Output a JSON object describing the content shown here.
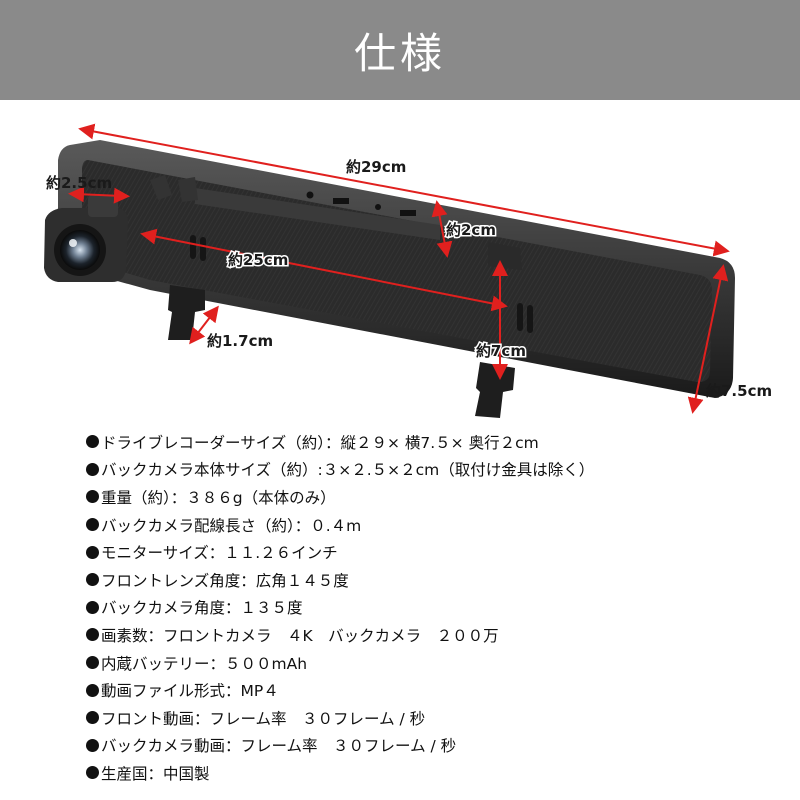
{
  "header": {
    "title": "仕様"
  },
  "product": {
    "dimensions": {
      "length_total": "約29cm",
      "camera_height": "約2.5cm",
      "width_recorder": "約25cm",
      "thickness": "約2cm",
      "bracket_depth": "約1.7cm",
      "mirror_height_inner": "約7cm",
      "mirror_height_outer": "約7.5cm"
    },
    "arrow_color": "#e0201e"
  },
  "specs": [
    "ドライブレコーダーサイズ（約）：縦２９× 横7.５× 奥行２cm",
    "バックカメラ本体サイズ（約）:３×２.５×２cm（取付け金具は除く）",
    "重量（約）：３８６g（本体のみ）",
    "バックカメラ配線長さ（約）：０.４m",
    "モニターサイズ：１１.２６インチ",
    "フロントレンズ角度：広角１４５度",
    "バックカメラ角度：１３５度",
    "画素数：フロントカメラ　４K　バックカメラ　２００万",
    "内蔵バッテリー：５００mAh",
    "動画ファイル形式：MP４",
    "フロント動画：フレーム率　３０フレーム / 秒",
    "バックカメラ動画：フレーム率　３０フレーム / 秒",
    "生産国：中国製"
  ]
}
